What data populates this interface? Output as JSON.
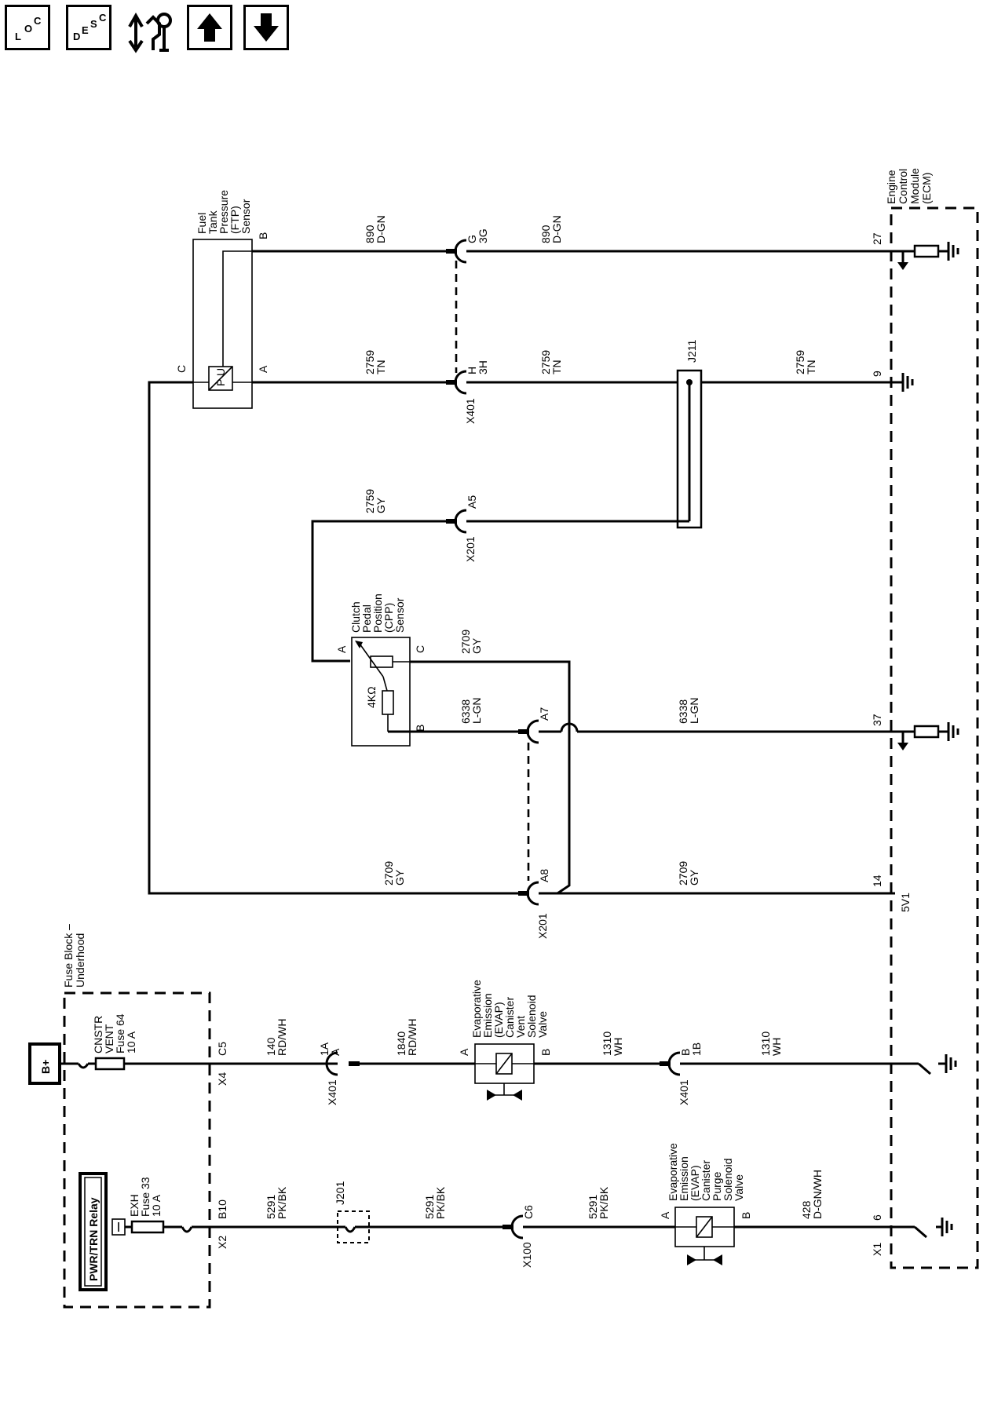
{
  "nav": {
    "loc": {
      "l1": "L",
      "l2": "O",
      "l3": "C"
    },
    "desc": {
      "l1": "D",
      "l2": "E",
      "l3": "S",
      "l4": "C"
    }
  },
  "modules": {
    "ecm": {
      "lines": [
        "Engine",
        "Control",
        "Module",
        "(ECM)"
      ]
    },
    "fuse_block": {
      "lines": [
        "Fuse Block –",
        "Underhood"
      ]
    },
    "ftp": {
      "lines": [
        "Fuel",
        "Tank",
        "Pressure",
        "(FTP)",
        "Sensor"
      ],
      "pins": {
        "b": "B",
        "a": "A",
        "c": "C"
      },
      "pu": "P U"
    },
    "cpp": {
      "lines": [
        "Clutch",
        "Pedal",
        "Position",
        "(CPP)",
        "Sensor"
      ],
      "pins": {
        "a": "A",
        "c": "C",
        "b": "B"
      },
      "resistor": "4KΩ"
    },
    "vent": {
      "lines": [
        "Evaporative",
        "Emission",
        "(EVAP)",
        "Canister",
        "Vent",
        "Solenoid",
        "Valve"
      ],
      "pins": {
        "a": "A",
        "b": "B"
      }
    },
    "purge": {
      "lines": [
        "Evaporative",
        "Emission",
        "(EVAP)",
        "Canister",
        "Purge",
        "Solenoid",
        "Valve"
      ],
      "pins": {
        "a": "A",
        "b": "B"
      }
    },
    "bplus": "B+",
    "relay": "PWR/TRN Relay",
    "fuse64": {
      "lines": [
        "CNSTR",
        "VENT",
        "Fuse 64",
        "10 A"
      ]
    },
    "fuse33": {
      "lines": [
        "EXH",
        "Fuse 33",
        "10 A"
      ]
    }
  },
  "wires": {
    "w890a": {
      "num": "890",
      "color": "D-GN"
    },
    "w890b": {
      "num": "890",
      "color": "D-GN"
    },
    "w2759a": {
      "num": "2759",
      "color": "TN"
    },
    "w2759b": {
      "num": "2759",
      "color": "TN"
    },
    "w2759c": {
      "num": "2759",
      "color": "TN"
    },
    "w2759gy": {
      "num": "2759",
      "color": "GY"
    },
    "w2709a": {
      "num": "2709",
      "color": "GY"
    },
    "w2709b": {
      "num": "2709",
      "color": "GY"
    },
    "w2709c": {
      "num": "2709",
      "color": "GY"
    },
    "w6338a": {
      "num": "6338",
      "color": "L-GN"
    },
    "w6338b": {
      "num": "6338",
      "color": "L-GN"
    },
    "w140": {
      "num": "140",
      "color": "RD/WH"
    },
    "w1840": {
      "num": "1840",
      "color": "RD/WH"
    },
    "w1310a": {
      "num": "1310",
      "color": "WH"
    },
    "w1310b": {
      "num": "1310",
      "color": "WH"
    },
    "w5291a": {
      "num": "5291",
      "color": "PK/BK"
    },
    "w5291b": {
      "num": "5291",
      "color": "PK/BK"
    },
    "w5291c": {
      "num": "5291",
      "color": "PK/BK"
    },
    "w428": {
      "num": "428",
      "color": "D-GN/WH"
    }
  },
  "connectors": {
    "g": {
      "pin": "G",
      "cav": "3G"
    },
    "h": {
      "pin": "H",
      "cav": "3H",
      "name": "X401"
    },
    "a5": {
      "pin": "A5",
      "name": "X201"
    },
    "a7": {
      "pin": "A7"
    },
    "a8": {
      "pin": "A8",
      "name": "X201"
    },
    "a1": {
      "pin": "A",
      "cav": "1A",
      "name": "X401"
    },
    "b1": {
      "pin": "B",
      "cav": "1B",
      "name": "X401"
    },
    "c6": {
      "pin": "C6",
      "name": "X100"
    },
    "j211": "J211",
    "j201": "J201",
    "x4": "X4",
    "c5": "C5",
    "x2": "X2",
    "b10": "B10"
  },
  "ecm_pins": {
    "p27": "27",
    "p9": "9",
    "p37": "37",
    "p14": "14",
    "sv1": "5V1",
    "p6": "6",
    "x1": "X1"
  }
}
